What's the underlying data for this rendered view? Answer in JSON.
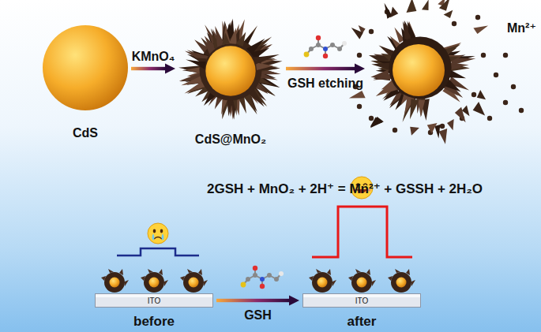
{
  "diagram": {
    "nodes": [
      {
        "text": [
          "CdS"
        ]
      },
      {
        "text": [
          "CdS@MnO₂"
        ]
      },
      {
        "text": [
          "Mn²⁺"
        ]
      },
      {
        "text": [
          "ITO",
          "before"
        ]
      },
      {
        "text": [
          "ITO",
          "after"
        ]
      }
    ],
    "edges": [
      {
        "from": 0,
        "to": 1,
        "arrow": "to",
        "label": "KMnO₄"
      },
      {
        "from": 1,
        "to": 2,
        "arrow": "to",
        "label": "GSH etching"
      },
      {
        "from": 3,
        "to": 4,
        "arrow": "to",
        "label": "GSH"
      }
    ],
    "labels": [
      "2GSH + MnO₂ + 2H⁺ = Mn²⁺ + GSSH + 2H₂O"
    ]
  }
}
